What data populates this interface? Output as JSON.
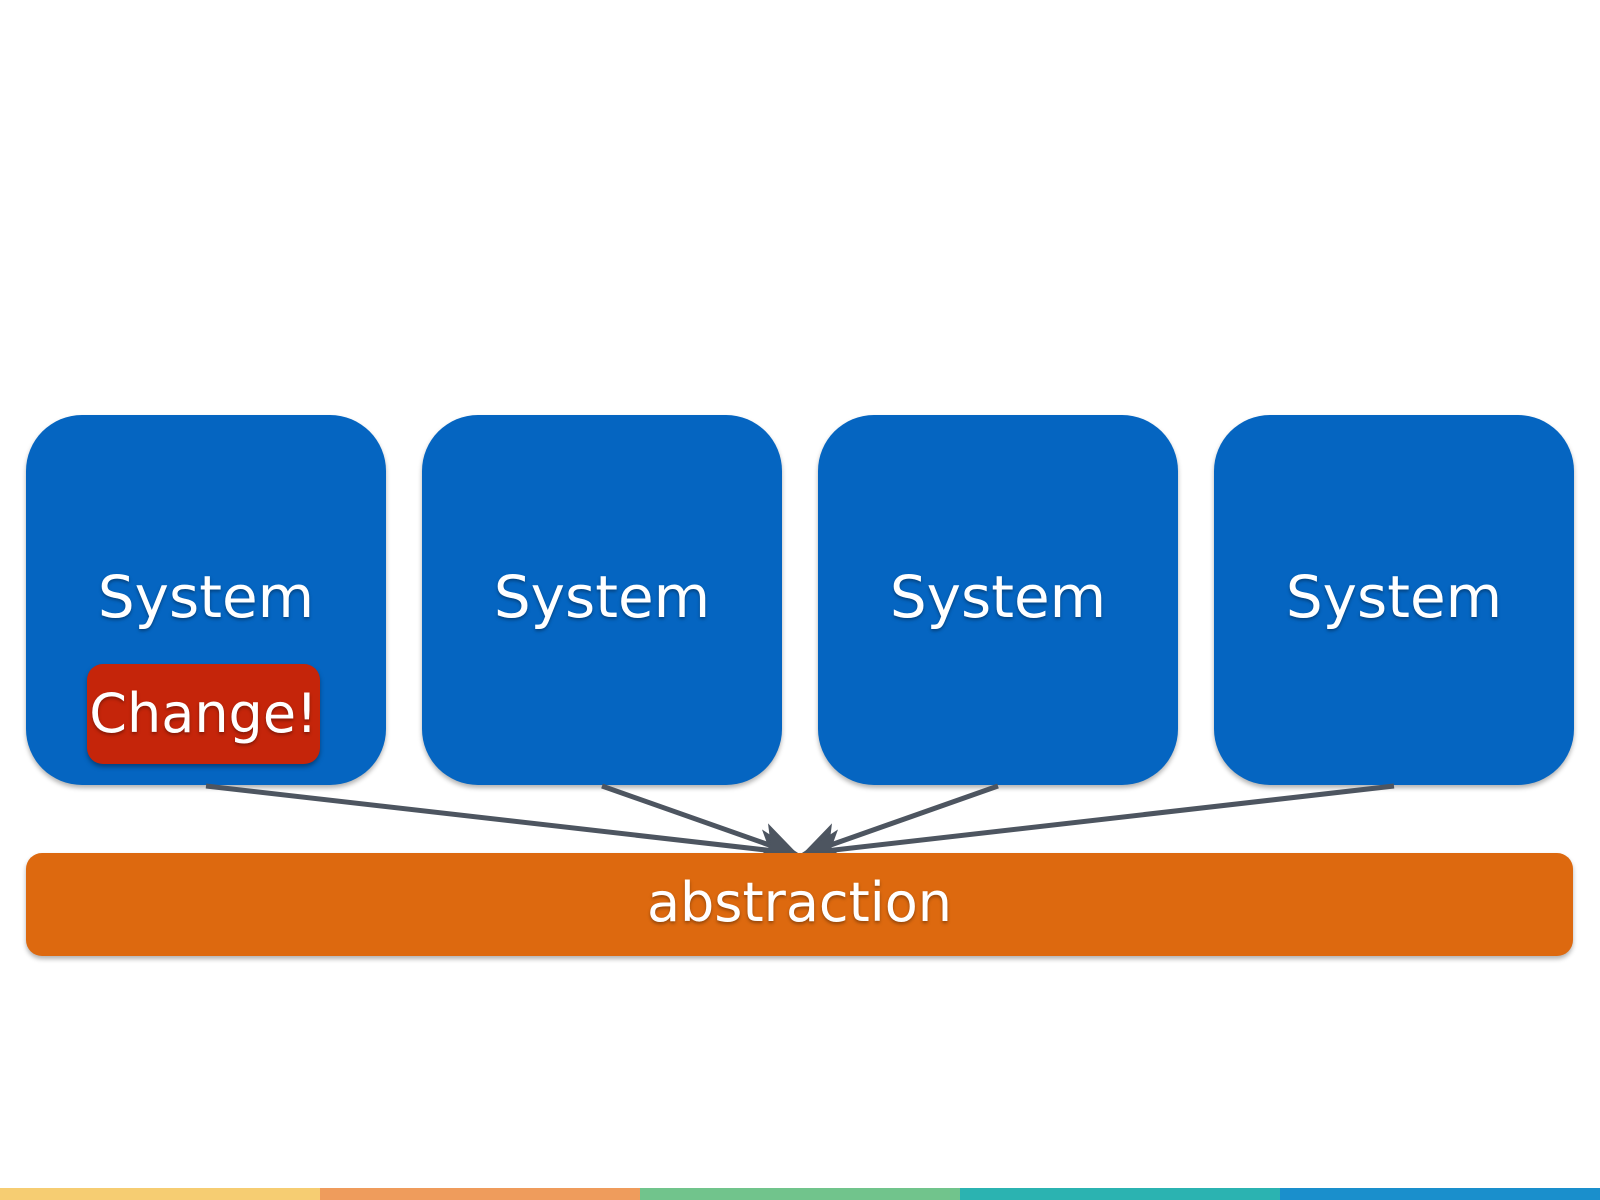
{
  "systems": [
    {
      "label": "System"
    },
    {
      "label": "System"
    },
    {
      "label": "System"
    },
    {
      "label": "System"
    }
  ],
  "change_badge": {
    "label": "Change!"
  },
  "abstraction": {
    "label": "abstraction"
  },
  "colors": {
    "system_fill": "#0565c1",
    "change_fill": "#c5250a",
    "abstraction_fill": "#dd690f",
    "arrow": "#4d5560",
    "footer": [
      "#f6cd72",
      "#ef9c5c",
      "#71c48c",
      "#2bb3b1",
      "#1a8fcc"
    ]
  }
}
